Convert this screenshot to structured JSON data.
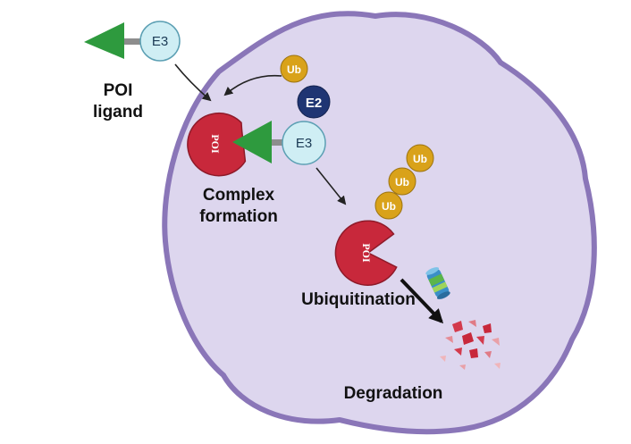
{
  "labels": {
    "poi_ligand_line1": "POI",
    "poi_ligand_line2": "ligand",
    "complex_line1": "Complex",
    "complex_line2": "formation",
    "ubiquitination": "Ubiquitination",
    "degradation": "Degradation"
  },
  "nodes": {
    "e3": "E3",
    "e2": "E2",
    "ub": "Ub",
    "poi": "POI"
  },
  "colors": {
    "cell_fill": "#ddd6ee",
    "cell_border": "#8a76b8",
    "ub": "#d9a21a",
    "e2": "#1f3573",
    "e3": "#cfeef4",
    "poi": "#c8283b",
    "ligand": "#2e9a3e"
  }
}
